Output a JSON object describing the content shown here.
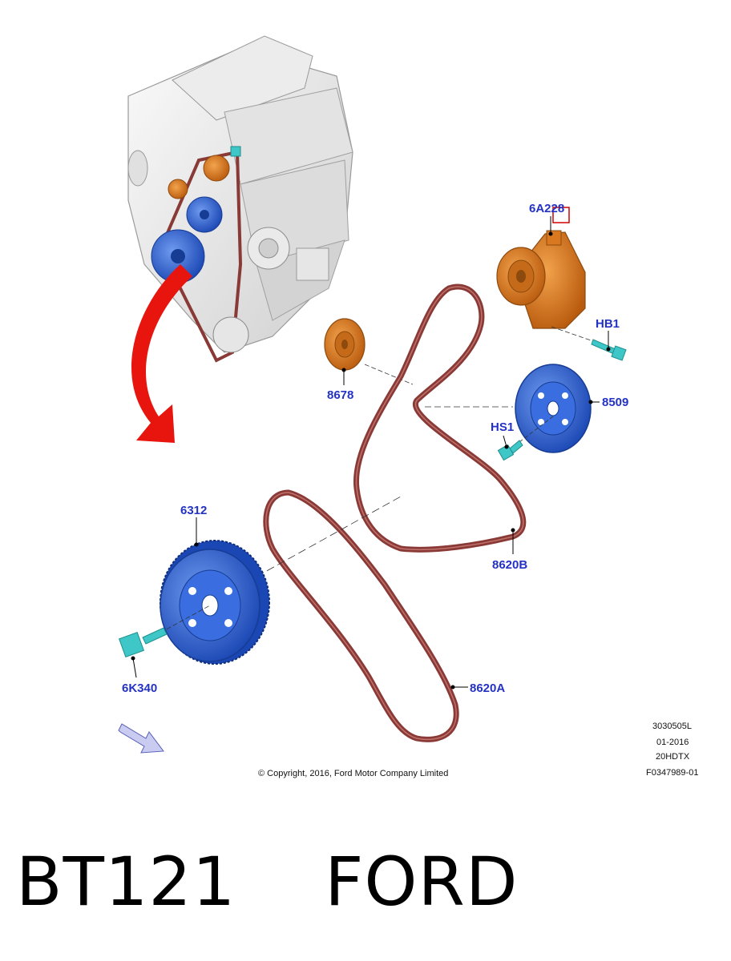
{
  "diagram": {
    "part_labels": {
      "tensioner": "6A228",
      "tensioner_bolt": "HB1",
      "idler_pulley": "8678",
      "water_pump_pulley": "8509",
      "water_pump_bolt": "HS1",
      "crankshaft_pulley": "6312",
      "belt_b": "8620B",
      "crank_bolt": "6K340",
      "belt_a": "8620A"
    },
    "meta_codes": {
      "ref": "3030505L",
      "date": "01-2016",
      "model": "20HDTX",
      "figure": "F0347989-01"
    },
    "copyright": "© Copyright, 2016, Ford Motor Company Limited",
    "colors": {
      "label": "#2432c4",
      "belt": "#8a3a36",
      "orange_part": "#d9781e",
      "blue_part": "#2d63d6",
      "bolt": "#3fc7c7",
      "arrow": "#e8150f"
    }
  },
  "footer": {
    "title": "BT121    FORD"
  }
}
